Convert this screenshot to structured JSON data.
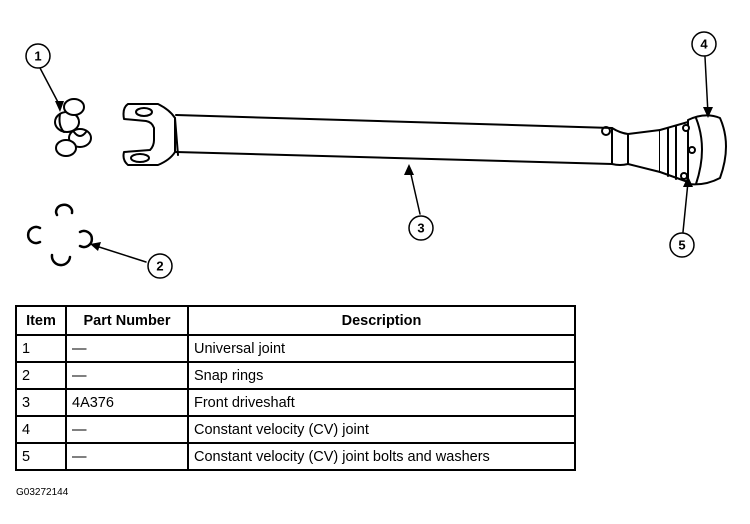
{
  "callouts": [
    "1",
    "2",
    "3",
    "4",
    "5"
  ],
  "table": {
    "headers": [
      "Item",
      "Part Number",
      "Description"
    ],
    "rows": [
      [
        "1",
        "—",
        "Universal joint"
      ],
      [
        "2",
        "—",
        "Snap rings"
      ],
      [
        "3",
        "4A376",
        "Front driveshaft"
      ],
      [
        "4",
        "—",
        "Constant velocity (CV) joint"
      ],
      [
        "5",
        "—",
        "Constant velocity (CV) joint bolts and washers"
      ]
    ]
  },
  "figure_id": "G03272144"
}
